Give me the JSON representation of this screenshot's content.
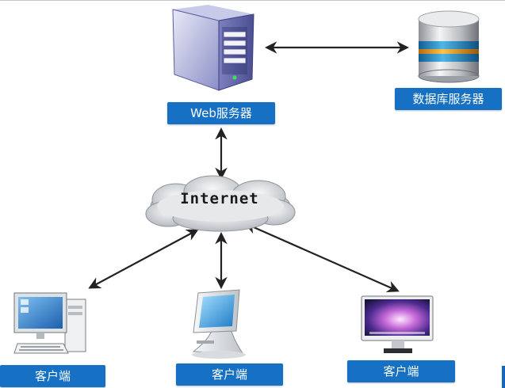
{
  "nodes": {
    "web_server": {
      "label": "Web服务器",
      "icon": "server-tower-icon"
    },
    "database_server": {
      "label": "数据库服务器",
      "icon": "database-cylinder-icon"
    },
    "internet": {
      "label": "Internet",
      "icon": "cloud-icon"
    },
    "client_left": {
      "label": "客户端",
      "icon": "desktop-pc-icon"
    },
    "client_middle": {
      "label": "客户端",
      "icon": "all-in-one-pc-icon"
    },
    "client_right": {
      "label": "客户端",
      "icon": "widescreen-monitor-icon"
    }
  },
  "edges": [
    {
      "from": "web_server",
      "to": "database_server",
      "style": "bidirectional-arrow"
    },
    {
      "from": "web_server",
      "to": "internet",
      "style": "bidirectional-arrow"
    },
    {
      "from": "internet",
      "to": "client_left",
      "style": "bidirectional-arrow"
    },
    {
      "from": "internet",
      "to": "client_middle",
      "style": "bidirectional-arrow"
    },
    {
      "from": "internet",
      "to": "client_right",
      "style": "bidirectional-arrow"
    }
  ],
  "colors": {
    "label_fill": "#1670c3",
    "label_text": "#ffffff",
    "arrow": "#222222",
    "cloud": "#d6d9dc"
  }
}
